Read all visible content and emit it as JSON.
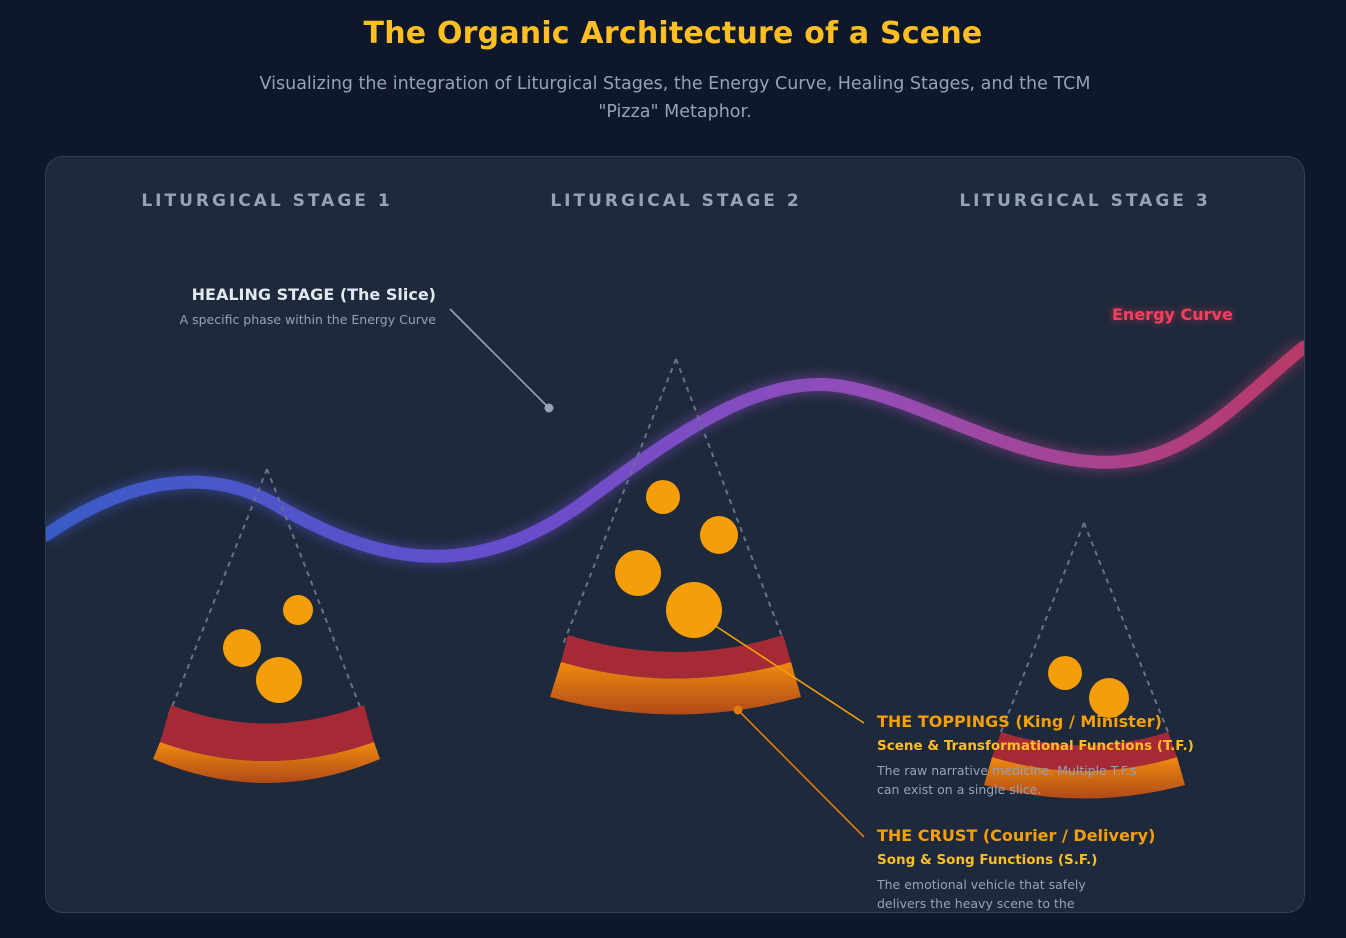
{
  "header": {
    "title": "The Organic Architecture of a Scene",
    "subtitle": "Visualizing the integration of Liturgical Stages, the Energy Curve, Healing Stages, and the TCM \"Pizza\" Metaphor."
  },
  "stages": [
    "LITURGICAL STAGE 1",
    "LITURGICAL STAGE 2",
    "LITURGICAL STAGE 3"
  ],
  "energy_curve": {
    "label": "Energy Curve",
    "colors": [
      "#3b5fd0",
      "#6d4fd6",
      "#9b4fc0",
      "#c43a6a"
    ]
  },
  "healing_stage": {
    "title": "HEALING STAGE (The Slice)",
    "description": "A specific phase within the Energy Curve"
  },
  "toppings": {
    "title": "THE TOPPINGS (King / Minister)",
    "subtitle": "Scene & Transformational Functions (T.F.)",
    "description": "The raw narrative medicine. Multiple T.F.s can exist on a single slice."
  },
  "crust": {
    "title": "THE CRUST (Courier / Delivery)",
    "subtitle": "Song & Song Functions (S.F.)",
    "description": "The emotional vehicle that safely delivers the heavy scene to the audience."
  },
  "colors": {
    "title": "#fbbf24",
    "topping": "#f59e0b",
    "crust_red": "#a62a36",
    "crust_orange": "#e07a10",
    "pointer": "#94a3b8"
  }
}
